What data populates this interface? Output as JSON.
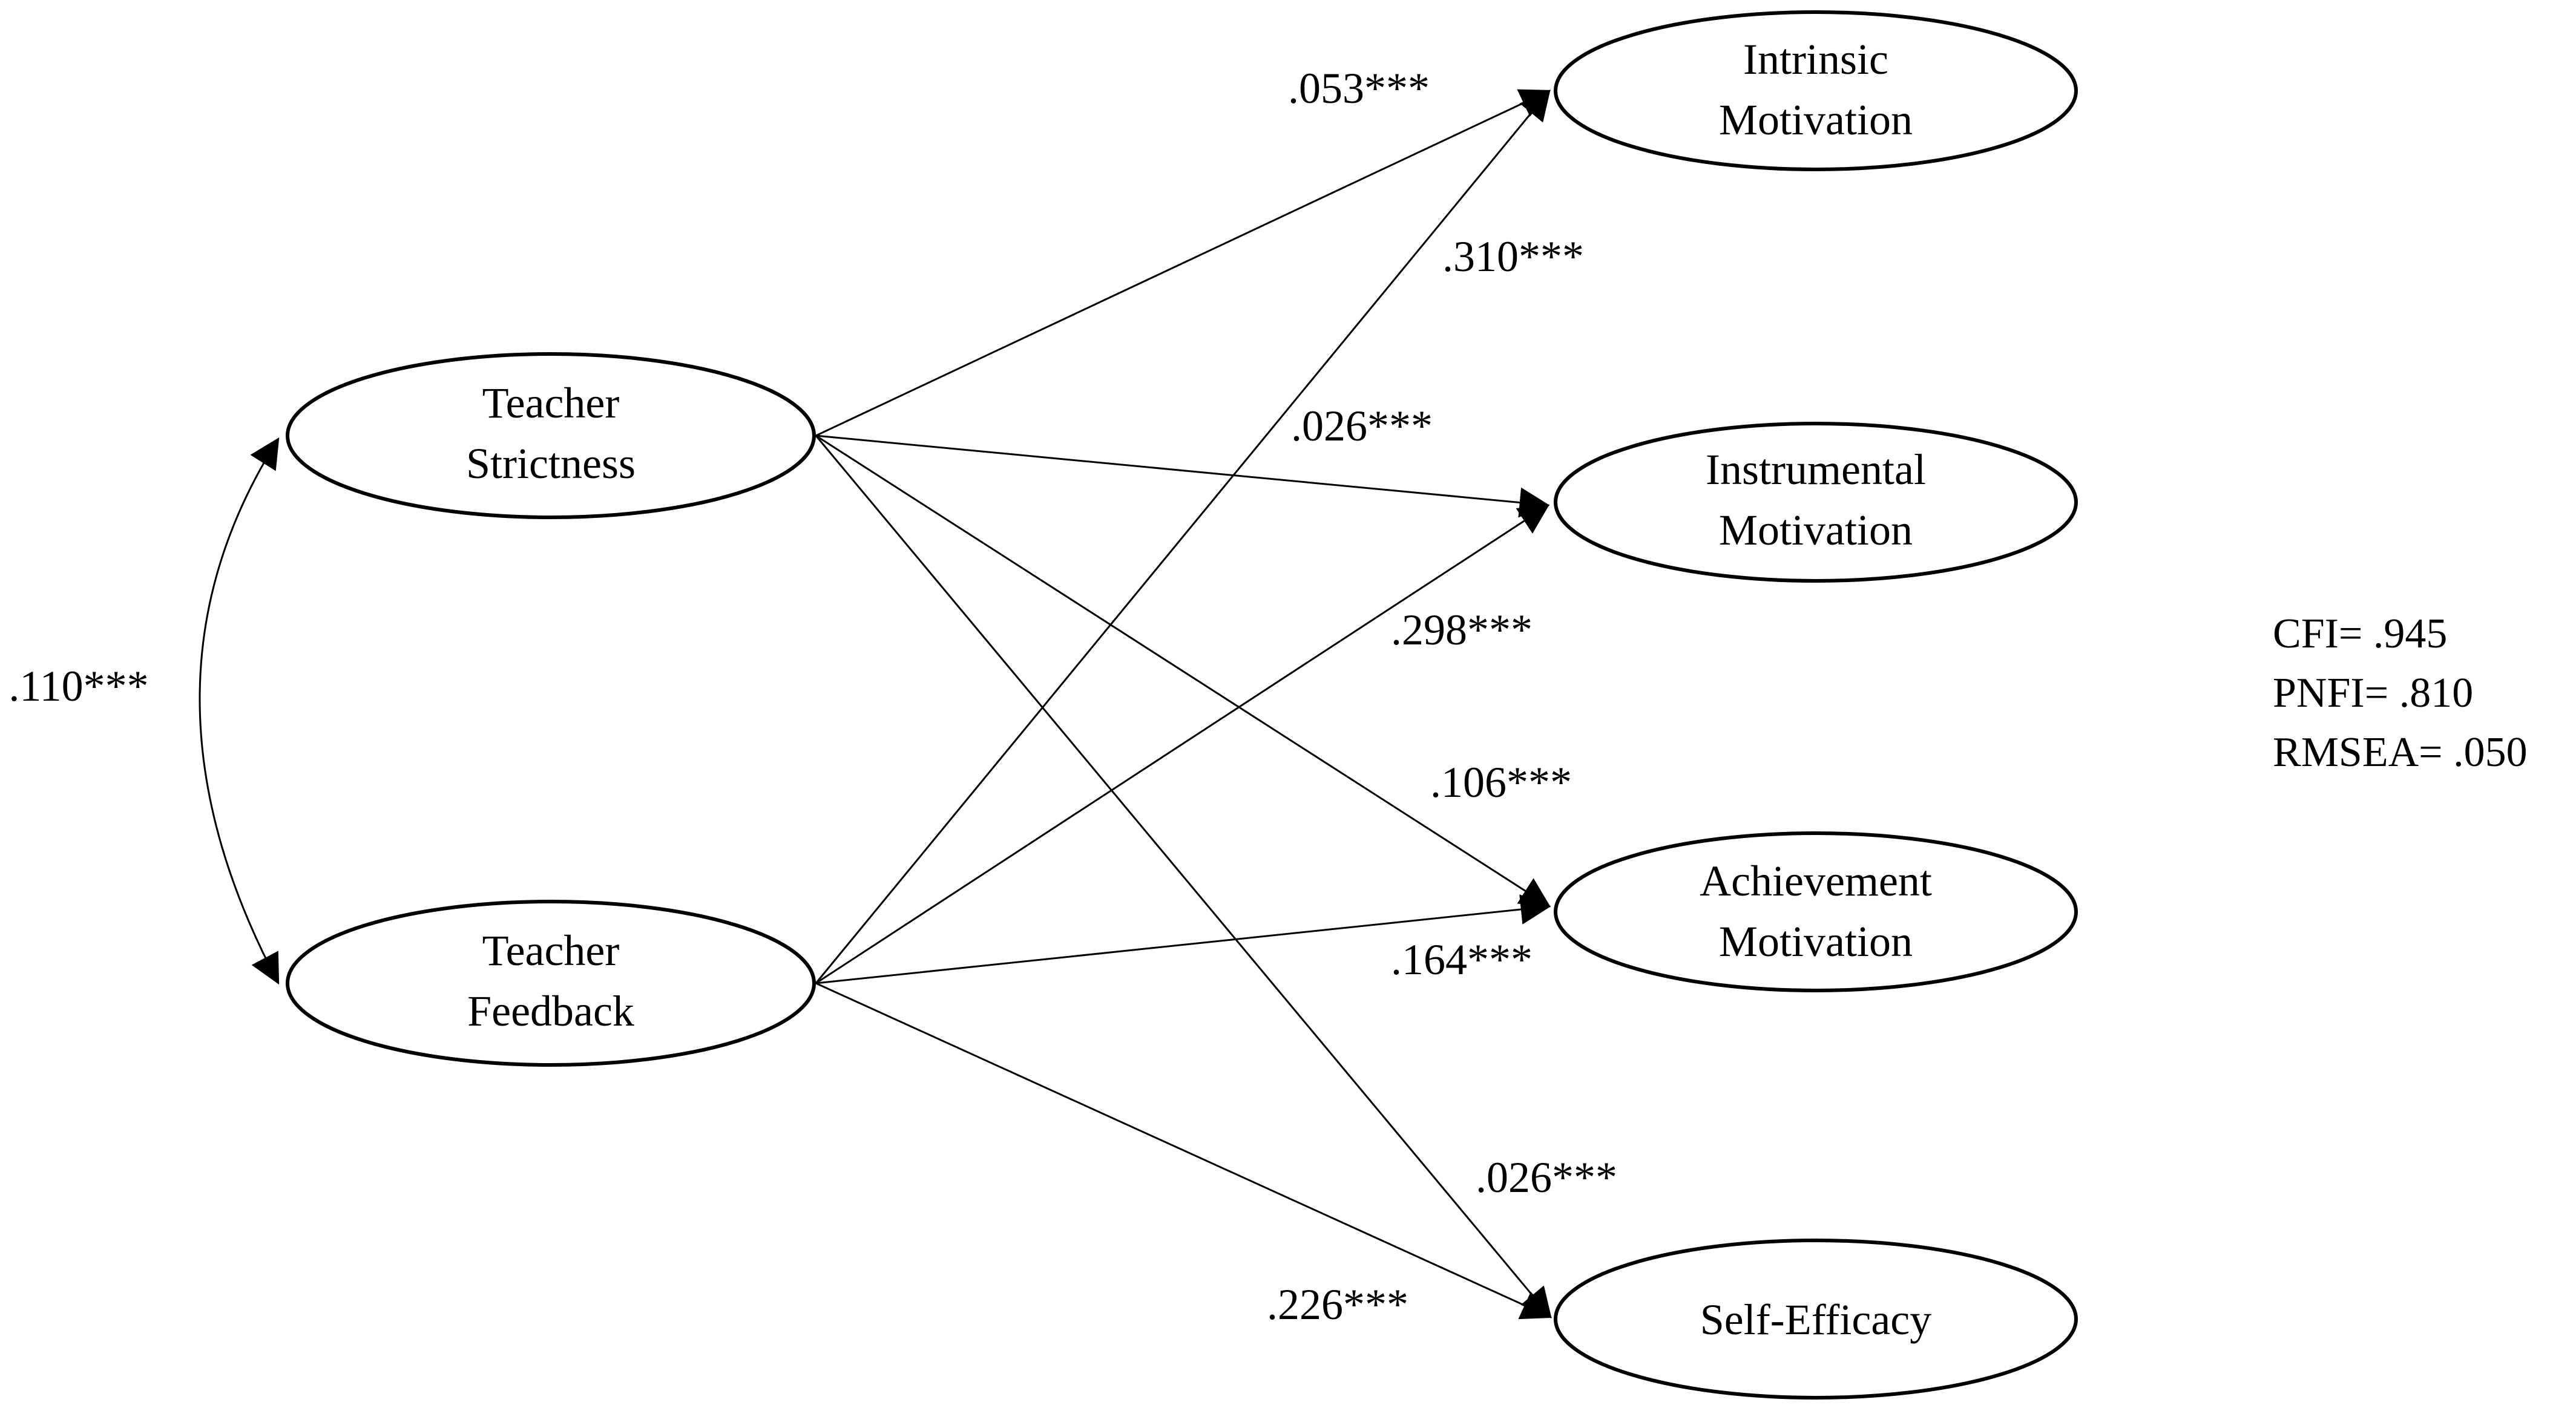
{
  "nodes": {
    "teacher_strictness": {
      "lines": [
        "Teacher",
        "Strictness"
      ]
    },
    "teacher_feedback": {
      "lines": [
        "Teacher",
        "Feedback"
      ]
    },
    "intrinsic": {
      "lines": [
        "Intrinsic",
        "Motivation"
      ]
    },
    "instrumental": {
      "lines": [
        "Instrumental",
        "Motivation"
      ]
    },
    "achievement": {
      "lines": [
        "Achievement",
        "Motivation"
      ]
    },
    "self_efficacy": {
      "lines": [
        "Self-Efficacy"
      ]
    }
  },
  "edges": {
    "correlation_strictness_feedback": ".110***",
    "strictness_to_intrinsic": ".053***",
    "feedback_to_intrinsic": ".310***",
    "strictness_to_instrumental": ".026***",
    "feedback_to_instrumental": ".298***",
    "strictness_to_achievement": ".106***",
    "feedback_to_achievement": ".164***",
    "strictness_to_self_efficacy": ".026***",
    "feedback_to_self_efficacy": ".226***"
  },
  "fit_indices": [
    "CFI= .945",
    "PNFI= .810",
    "RMSEA= .050"
  ],
  "colors": {
    "stroke": "#000000",
    "background": "#ffffff"
  }
}
